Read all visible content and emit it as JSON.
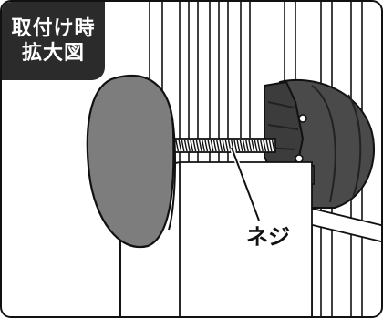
{
  "badge": {
    "line1": "取付け時",
    "line2": "拡大図"
  },
  "callout": {
    "screw_label": "ネジ"
  },
  "colors": {
    "badge_bg": "#2b2b2b",
    "knob_gray": "#7d7d7d",
    "cap_dark": "#4a4a4a",
    "line": "#111111"
  },
  "icons": {
    "knob": "gray-rounded-knob",
    "screw": "threaded-screw",
    "cap": "dark-ribbed-cap"
  }
}
